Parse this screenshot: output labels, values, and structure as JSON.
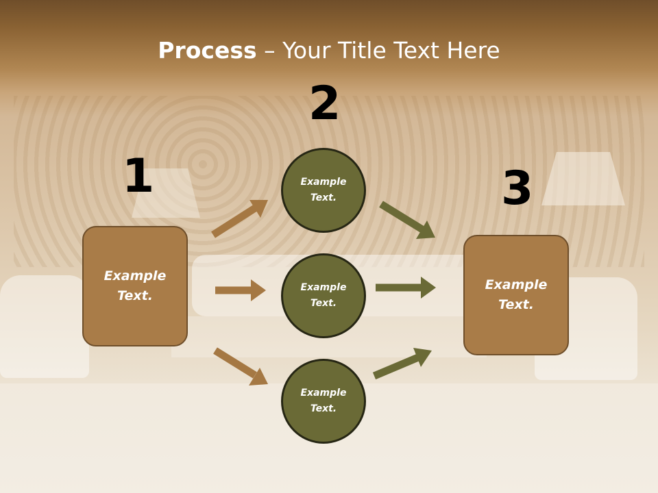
{
  "title": {
    "bold": "Process",
    "rest": " – Your Title Text Here"
  },
  "steps": {
    "one": "1",
    "two": "2",
    "three": "3"
  },
  "left_box": {
    "text": "Example\nText."
  },
  "right_box": {
    "text": "Example\nText."
  },
  "circles": [
    {
      "text": "Example\nText."
    },
    {
      "text": "Example\nText."
    },
    {
      "text": "Example\nText."
    }
  ],
  "colors": {
    "box_fill": "#a97c48",
    "circle_fill": "#6a6a36",
    "arrow_brown": "#a57843",
    "arrow_olive": "#6a6a36"
  }
}
